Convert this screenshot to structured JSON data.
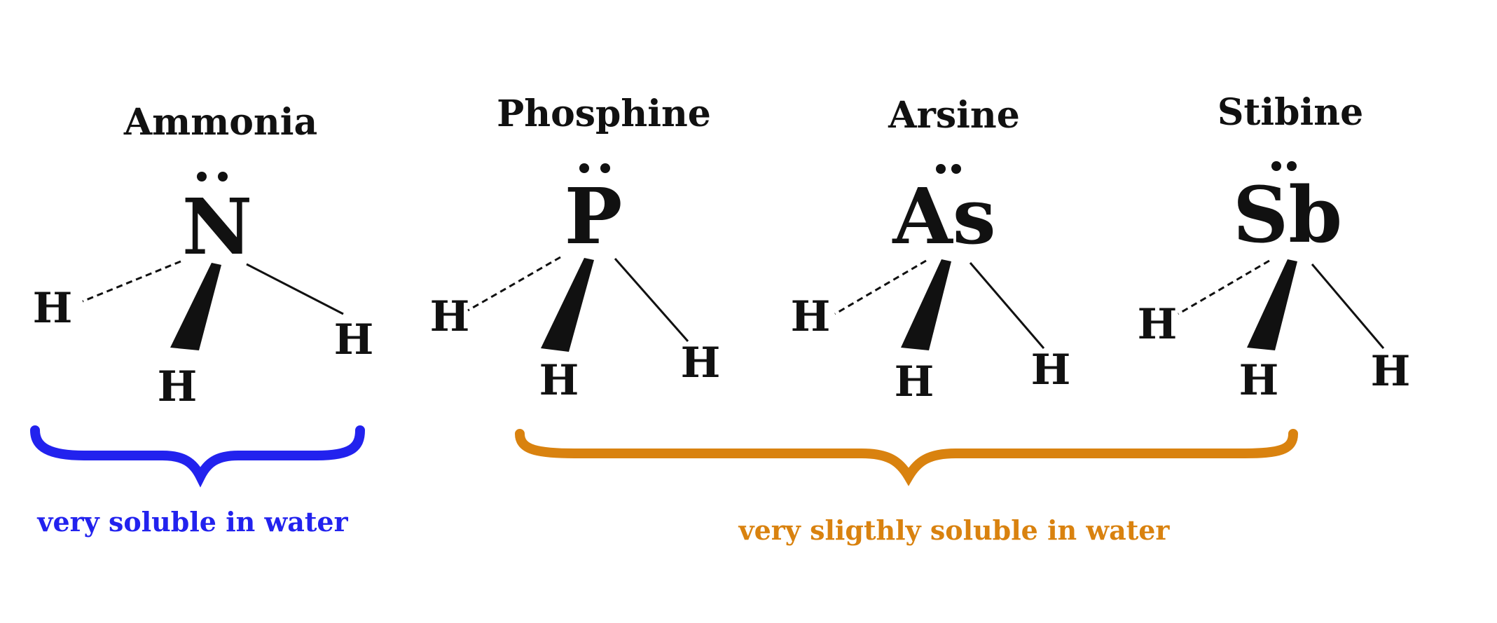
{
  "molecules": [
    {
      "name": "Ammonia",
      "central_atom": "N",
      "hydrogens": [
        "H",
        "H",
        "H"
      ]
    },
    {
      "name": "Phosphine",
      "central_atom": "P",
      "hydrogens": [
        "H",
        "H",
        "H"
      ]
    },
    {
      "name": "Arsine",
      "central_atom": "As",
      "hydrogens": [
        "H",
        "H",
        "H"
      ]
    },
    {
      "name": "Stibine",
      "central_atom": "Sb",
      "hydrogens": [
        "H",
        "H",
        "H"
      ]
    }
  ],
  "groups": [
    {
      "label": "very soluble in water",
      "color": "#2222ee"
    },
    {
      "label": "very sligthly soluble in water",
      "color": "#d9820f"
    }
  ],
  "colors": {
    "ink": "#111111"
  }
}
